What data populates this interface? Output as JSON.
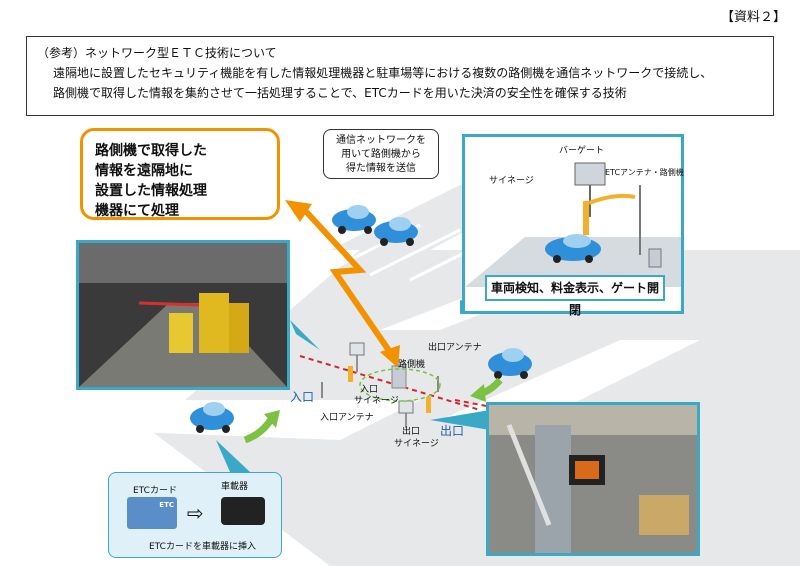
{
  "doc_label": "【資料２】",
  "intro": {
    "title": "（参考）ネットワーク型ＥＴＣ技術について",
    "body_line1": "遠隔地に設置したセキュリティ機能を有した情報処理機器と駐車場等における複数の路側機を通信ネットワークで接続し、",
    "body_line2": "路側機で取得した情報を集約させて一括処理することで、ETCカードを用いた決済の安全性を確保する技術"
  },
  "callouts": {
    "processing_line1": "路側機で取得した",
    "processing_line2": "情報を遠隔地に",
    "processing_line3": "設置した情報処理",
    "processing_line4": "機器にて処理",
    "send_line1": "通信ネットワークを",
    "send_line2": "用いて路側機から",
    "send_line3": "得た情報を送信"
  },
  "gate_panel": {
    "bar_gate": "バーゲート",
    "signage": "サイネージ",
    "antenna_roadside": "ETCアンテナ・路側機",
    "caption": "車両検知、料金表示、ゲート開閉"
  },
  "scene_labels": {
    "roadside_unit": "路側機",
    "exit_antenna_top": "出口アンテナ",
    "entrance_signage_line1": "入口",
    "entrance_signage_line2": "サイネージ",
    "entrance_antenna": "入口アンテナ",
    "exit_signage_line1": "出口",
    "exit_signage_line2": "サイネージ",
    "entrance": "入口",
    "exit": "出口"
  },
  "etc_box": {
    "card": "ETCカード",
    "reader": "車載器",
    "caption": "ETCカードを車載器に挿入",
    "card_logo": "ETC"
  },
  "colors": {
    "accent_orange": "#f39200",
    "panel_teal": "#3aa9c8",
    "label_blue": "#1f5fa8",
    "car_blue": "#2f8fd8"
  }
}
